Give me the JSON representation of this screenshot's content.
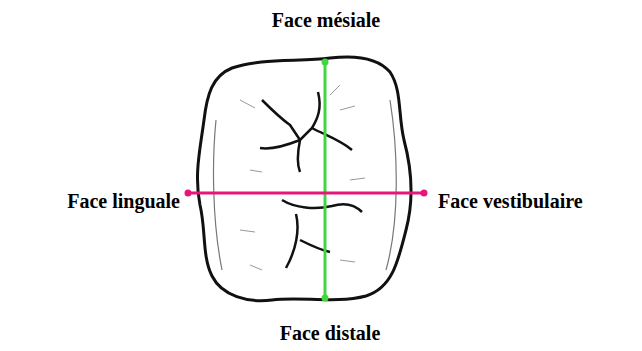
{
  "diagram": {
    "labels": [
      "Face mésiale",
      "Face linguale",
      "Face vestibulaire",
      "Face distale"
    ]
  }
}
